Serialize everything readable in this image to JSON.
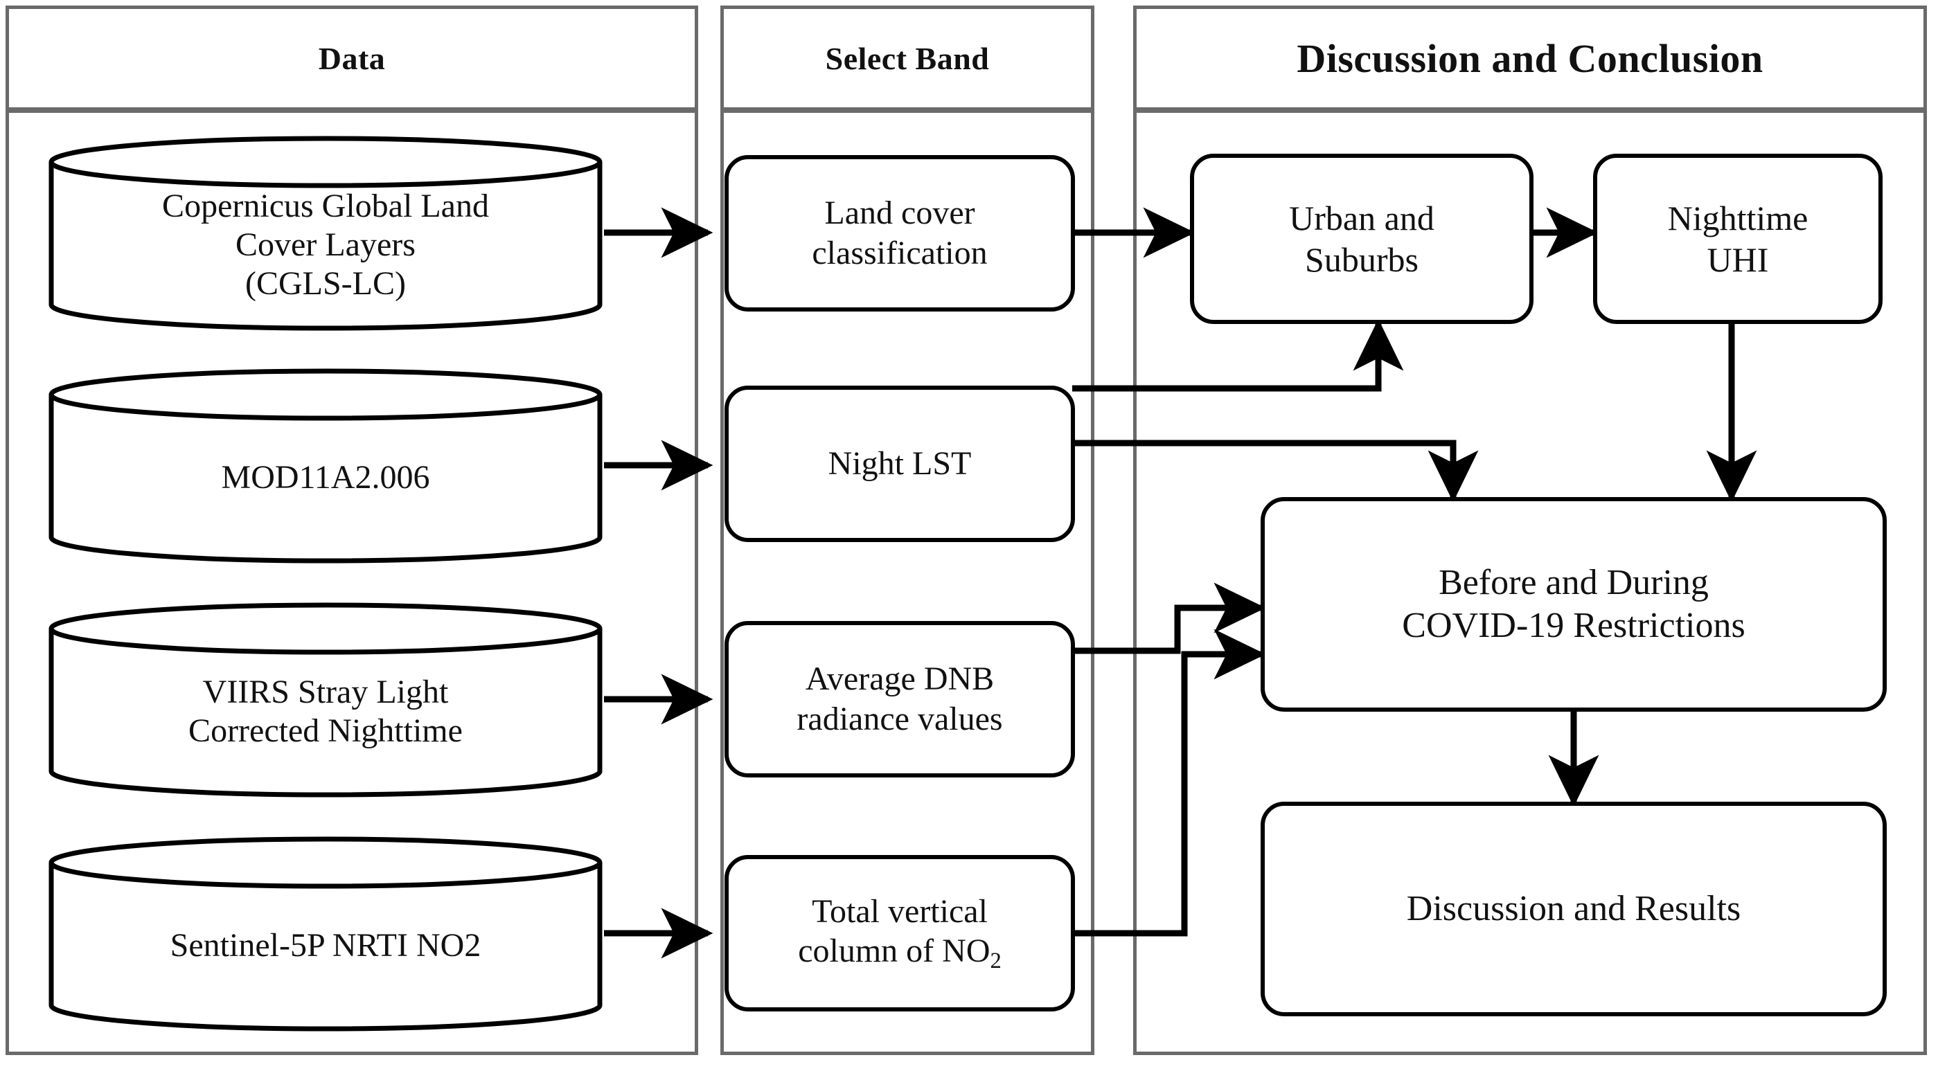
{
  "figure": {
    "type": "flowchart",
    "title": "Remote sensing data processing workflow"
  },
  "columns": [
    {
      "id": "data",
      "header": "Data"
    },
    {
      "id": "select_band",
      "header": "Select Band"
    },
    {
      "id": "discussion",
      "header": "Discussion and Conclusion"
    }
  ],
  "data_sources": [
    {
      "id": "cgls",
      "label": "Copernicus Global Land\nCover Layers\n(CGLS-LC)"
    },
    {
      "id": "mod11a2",
      "label": "MOD11A2.006"
    },
    {
      "id": "viirs",
      "label": "VIIRS Stray Light\nCorrected Nighttime"
    },
    {
      "id": "sentinel",
      "label": "Sentinel-5P NRTI NO2"
    }
  ],
  "bands": [
    {
      "id": "landcover",
      "label": "Land cover\nclassification"
    },
    {
      "id": "nightlst",
      "label": "Night LST"
    },
    {
      "id": "dnb",
      "label": "Average DNB\nradiance values"
    },
    {
      "id": "no2",
      "label": "Total vertical\ncolumn of NO",
      "sub": "2"
    }
  ],
  "results": [
    {
      "id": "urban",
      "label": "Urban and\nSuburbs"
    },
    {
      "id": "uhi",
      "label": "Nighttime\nUHI"
    },
    {
      "id": "covid",
      "label": "Before and During\nCOVID-19 Restrictions"
    },
    {
      "id": "discres",
      "label": "Discussion and Results"
    }
  ],
  "edges": [
    {
      "from": "cgls",
      "to": "landcover"
    },
    {
      "from": "mod11a2",
      "to": "nightlst"
    },
    {
      "from": "viirs",
      "to": "dnb"
    },
    {
      "from": "sentinel",
      "to": "no2"
    },
    {
      "from": "landcover",
      "to": "urban"
    },
    {
      "from": "nightlst",
      "to": "urban"
    },
    {
      "from": "nightlst",
      "to": "covid"
    },
    {
      "from": "urban",
      "to": "uhi"
    },
    {
      "from": "uhi",
      "to": "covid"
    },
    {
      "from": "dnb",
      "to": "covid"
    },
    {
      "from": "no2",
      "to": "covid"
    },
    {
      "from": "covid",
      "to": "discres"
    }
  ],
  "colors": {
    "frame": "#6a6a6a",
    "stroke": "#000000",
    "background": "#ffffff",
    "text": "#111111"
  }
}
